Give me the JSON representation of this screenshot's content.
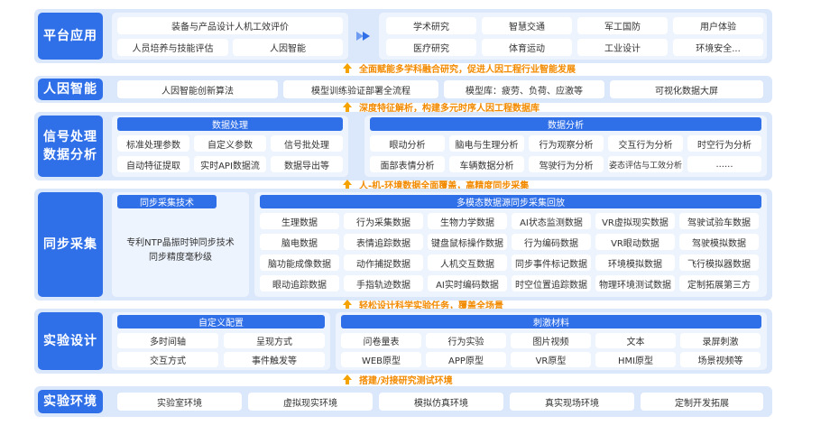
{
  "rows": {
    "platform": {
      "label": "平台应用",
      "left_cells": [
        "装备与产品设计人机工效评价",
        "人员培养与技能评估",
        "人因智能"
      ],
      "right_cells": [
        "学术研究",
        "智慧交通",
        "军工国防",
        "用户体验",
        "医疗研究",
        "体育运动",
        "工业设计",
        "环境安全..."
      ]
    },
    "ergonomics": {
      "label": "人因智能",
      "cells": [
        "人因智能创新算法",
        "模型训练验证部署全流程",
        "模型库：疲劳、负荷、应激等",
        "可视化数据大屏"
      ]
    },
    "signal": {
      "label_line1": "信号处理",
      "label_line2": "数据分析",
      "proc_head": "数据处理",
      "proc_cells": [
        "标准处理参数",
        "自定义参数",
        "信号批处理",
        "自动特征提取",
        "实时API数据流",
        "数据导出等"
      ],
      "analysis_head": "数据分析",
      "analysis_cells": [
        "眼动分析",
        "脑电与生理分析",
        "行为观察分析",
        "交互行为分析",
        "时空行为分析",
        "面部表情分析",
        "车辆数据分析",
        "驾驶行为分析",
        "姿态评估与工效分析",
        "......"
      ]
    },
    "sync": {
      "label": "同步采集",
      "tech_head": "同步采集技术",
      "tech_desc_line1": "专利NTP晶振时钟同步技术",
      "tech_desc_line2": "同步精度毫秒级",
      "multi_head": "多模态数据源同步采集回放",
      "multi_cells": [
        "生理数据",
        "行为采集数据",
        "生物力学数据",
        "AI状态监测数据",
        "VR虚拟现实数据",
        "驾驶试验车数据",
        "脑电数据",
        "表情追踪数据",
        "键盘鼠标操作数据",
        "行为编码数据",
        "VR眼动数据",
        "驾驶模拟数据",
        "脑功能成像数据",
        "动作捕捉数据",
        "人机交互数据",
        "同步事件标记数据",
        "环境模拟数据",
        "飞行模拟器数据",
        "眼动追踪数据",
        "手指轨迹数据",
        "AI实时编码数据",
        "时空位置追踪数据",
        "物理环境测试数据",
        "定制拓展第三方"
      ]
    },
    "experiment": {
      "label": "实验设计",
      "config_head": "自定义配置",
      "config_cells": [
        "多时间轴",
        "呈现方式",
        "交互方式",
        "事件触发等"
      ],
      "stim_head": "刺激材料",
      "stim_cells": [
        "问卷量表",
        "行为实验",
        "图片视频",
        "文本",
        "录屏刺激",
        "WEB原型",
        "APP原型",
        "VR原型",
        "HMI原型",
        "场景视频等"
      ]
    },
    "environment": {
      "label": "实验环境",
      "cells": [
        "实验室环境",
        "虚拟现实环境",
        "模拟仿真环境",
        "真实现场环境",
        "定制开发拓展"
      ]
    }
  },
  "banners": [
    "全面赋能多学科融合研究，促进人因工程行业智能发展",
    "深度特征解析，构建多元时序人因工程数据库",
    "人-机-环境数据全面覆盖，高精度同步采集",
    "轻松设计科学实验任务，覆盖全场景",
    "搭建/对接研究测试环境"
  ],
  "colors": {
    "primary": "#2f6fe8",
    "row_bg": "#dbe7fb",
    "banner": "#f28a00"
  }
}
